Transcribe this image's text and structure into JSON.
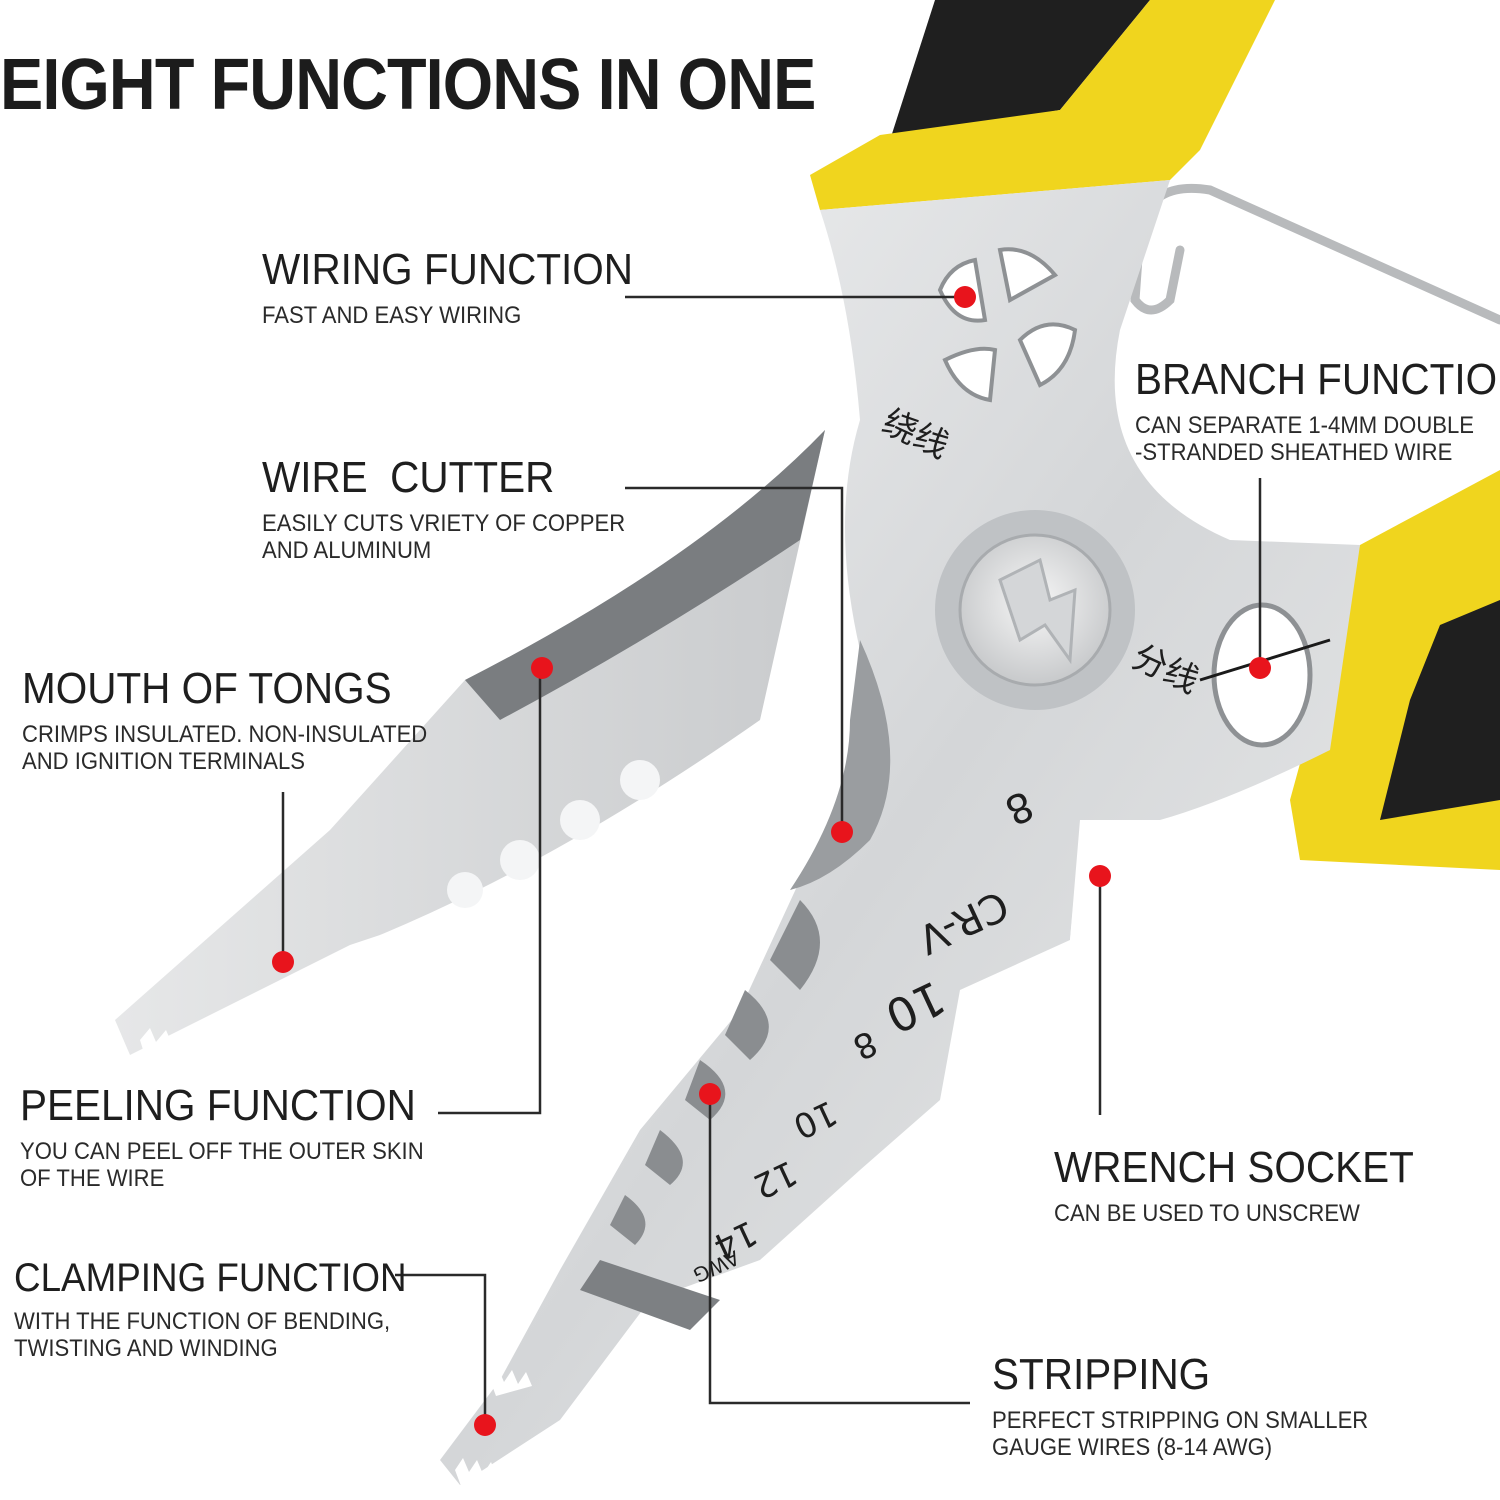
{
  "title": "EIGHT FUNCTIONS IN ONE",
  "colors": {
    "handle_yellow": "#f0d51e",
    "handle_black": "#1f1f1f",
    "steel": "#d9dadc",
    "marker_red": "#e8141c"
  },
  "features": [
    {
      "key": "wiring",
      "title": "WIRING FUNCTION",
      "lines": [
        "FAST AND EASY WIRING"
      ]
    },
    {
      "key": "cutter",
      "title": "WIRE  CUTTER",
      "lines": [
        "EASILY CUTS VRIETY OF COPPER",
        "AND ALUMINUM"
      ]
    },
    {
      "key": "mouth",
      "title": "MOUTH OF TONGS",
      "lines": [
        "CRIMPS INSULATED. NON-INSULATED",
        "AND IGNITION TERMINALS"
      ]
    },
    {
      "key": "peeling",
      "title": "PEELING FUNCTION",
      "lines": [
        "YOU CAN PEEL OFF THE OUTER SKIN",
        "OF THE WIRE"
      ]
    },
    {
      "key": "clamping",
      "title": "CLAMPING FUNCTION",
      "lines": [
        "WITH THE FUNCTION OF BENDING,",
        "TWISTING AND WINDING"
      ]
    },
    {
      "key": "branch",
      "title": "BRANCH FUNCTION",
      "lines": [
        "CAN SEPARATE 1-4MM DOUBLE",
        "-STRANDED SHEATHED WIRE"
      ]
    },
    {
      "key": "wrench",
      "title": "WRENCH SOCKET",
      "lines": [
        "CAN BE USED TO UNSCREW"
      ]
    },
    {
      "key": "stripping",
      "title": "STRIPPING",
      "lines": [
        "PERFECT STRIPPING ON SMALLER",
        "GAUGE WIRES (8-14 AWG)"
      ]
    }
  ],
  "tool_markings": {
    "cn_top": "绕线",
    "cn_right": "分线",
    "steel_grade": "CR-V",
    "upper_8": "8",
    "gauge_10_large": "10",
    "gauges": [
      "8",
      "10",
      "12",
      "14"
    ],
    "unit": "AWG"
  }
}
